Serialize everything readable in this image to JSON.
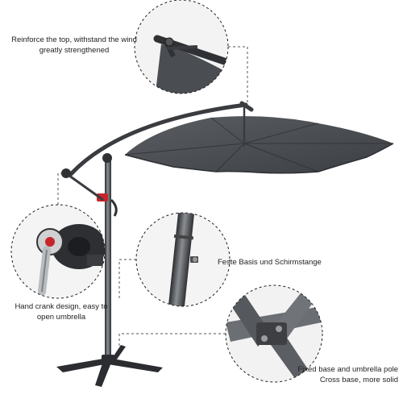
{
  "page": {
    "background": "#ffffff",
    "canopy_color": "#4a4d52",
    "frame_color": "#3a3c40",
    "accent_color": "#c8252b"
  },
  "callouts": {
    "top": {
      "line1": "Reinforce the top, withstand the wind",
      "line2": "greatly strengthened"
    },
    "crank": {
      "line1": "Hand crank design, easy to",
      "line2": "open umbrella"
    },
    "base": {
      "line1": "Feste Basis und Schirmstange"
    },
    "cross": {
      "line1": "Fixed base and umbrella pole",
      "line2": "Cross base, more solid"
    }
  },
  "icons": {
    "top_detail": "arm-joint-closeup",
    "crank_detail": "hand-crank-closeup",
    "pole_detail": "pole-bolt-closeup",
    "base_detail": "cross-base-closeup"
  }
}
